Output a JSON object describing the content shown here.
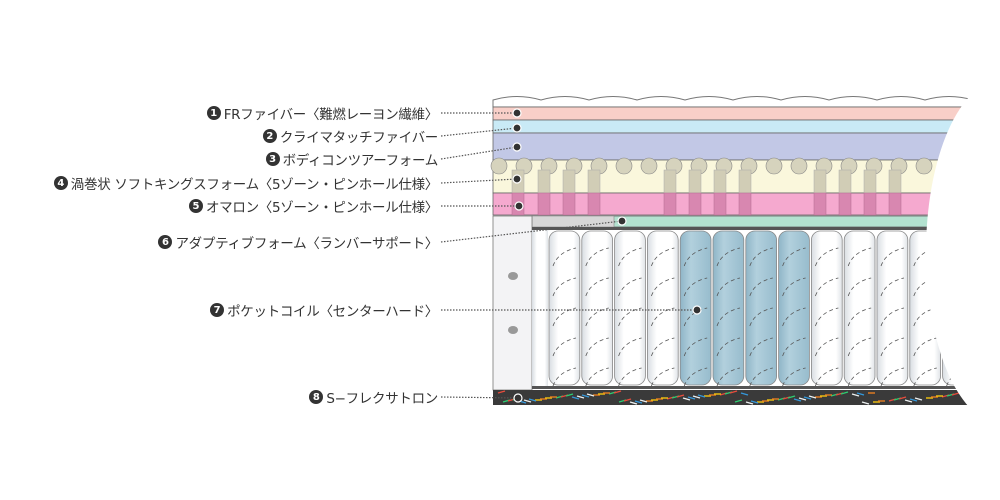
{
  "layers": [
    {
      "num": "1",
      "text": "FRファイバー〈難燃レーヨン繊維〉",
      "color": "#f8cfc8"
    },
    {
      "num": "2",
      "text": "クライマタッチファイバー",
      "color": "#c9eaf6"
    },
    {
      "num": "3",
      "text": "ボディコンツアーフォーム",
      "color": "#c2c8e6"
    },
    {
      "num": "4",
      "text": "渦巻状 ソフトキングスフォーム〈5ゾーン・ピンホール仕様〉",
      "color": "#faf7dc"
    },
    {
      "num": "5",
      "text": "オマロン〈5ゾーン・ピンホール仕様〉",
      "color": "#f5a9cf"
    },
    {
      "num": "6",
      "text": "アダプティブフォーム〈ランバーサポート〉",
      "color": "#b3e2d0"
    },
    {
      "num": "7",
      "text": "ポケットコイル〈センターハード〉",
      "color": "#a9cad8"
    },
    {
      "num": "8",
      "text": "S−フレクサトロン",
      "color": "#3a3a3a"
    }
  ]
}
